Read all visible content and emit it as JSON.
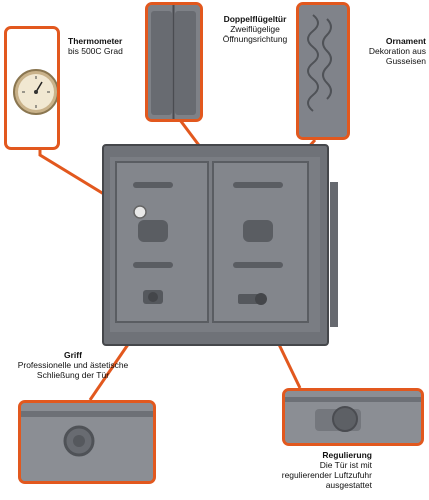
{
  "accent_color": "#e2581e",
  "thermometer": {
    "title": "Thermometer",
    "text": "bis 500C Grad"
  },
  "doors": {
    "title": "Doppelflügeltür",
    "text": "Zweiflügelige Öffnungsrichtung"
  },
  "ornament": {
    "title": "Ornament",
    "text": "Dekoration aus Gusseisen"
  },
  "handle": {
    "title": "Griff",
    "text": "Professionelle und ästetische Schließung der Tür"
  },
  "regulation": {
    "title": "Regulierung",
    "text": "Die Tür ist mit regulierender Luftzufuhr ausgestattet"
  }
}
